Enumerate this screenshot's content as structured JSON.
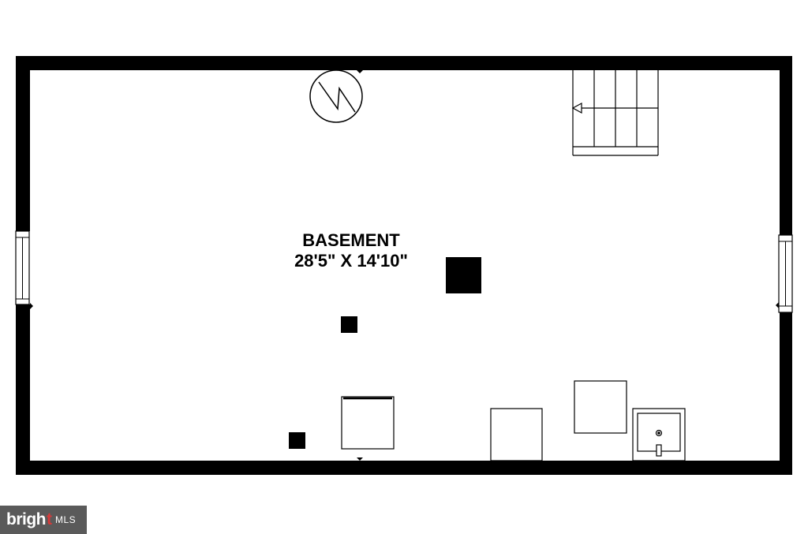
{
  "room": {
    "name": "BASEMENT",
    "dimensions": "28'5\" X 14'10\""
  },
  "watermark": {
    "brand": "brigh",
    "dot": "t",
    "suffix": "MLS"
  },
  "colors": {
    "wall": "#000000",
    "background": "#ffffff",
    "watermark_bg": "#5a5a5a"
  },
  "icons": {
    "water_heater": "water-heater-icon",
    "stairs": "stairs-icon",
    "sink": "utility-sink-icon"
  }
}
